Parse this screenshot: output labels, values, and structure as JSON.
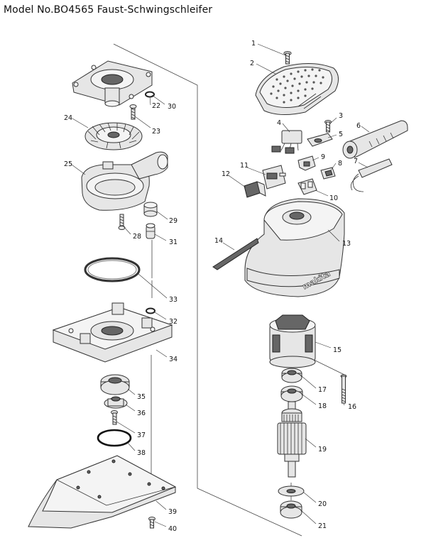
{
  "header": {
    "title": "Model No.BO4565 Faust-Schwingschleifer"
  },
  "callouts": {
    "p1": "1",
    "p2": "2",
    "p3": "3",
    "p4": "4",
    "p5": "5",
    "p6": "6",
    "p7": "7",
    "p8": "8",
    "p9": "9",
    "p10": "10",
    "p11": "11",
    "p12": "12",
    "p13": "13",
    "p14": "14",
    "p15": "15",
    "p16": "16",
    "p17": "17",
    "p18": "18",
    "p19": "19",
    "p20": "20",
    "p21": "21",
    "p22": "22",
    "p23": "23",
    "p24": "24",
    "p25": "25",
    "p28": "28",
    "p29": "29",
    "p30": "30",
    "p31": "31",
    "p32": "32",
    "p33": "33",
    "p34": "34",
    "p35": "35",
    "p36": "36",
    "p37": "37",
    "p38": "38",
    "p39": "39",
    "p40": "40"
  },
  "housing_logo": "makita",
  "icons": [
    "screw-icon",
    "bearing-icon",
    "fan-icon",
    "armature-icon",
    "pad-icon"
  ]
}
